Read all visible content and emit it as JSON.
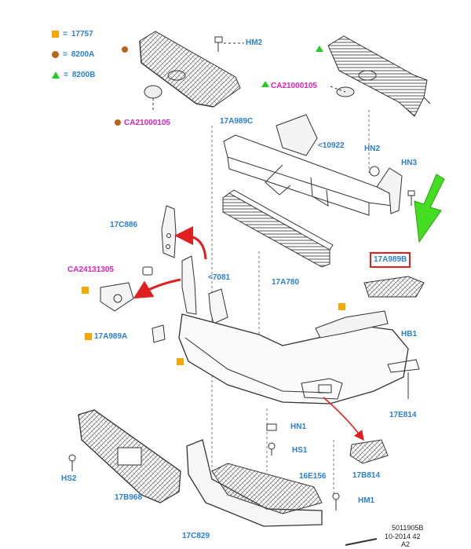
{
  "legend": {
    "items": [
      {
        "code": "17757",
        "shape": "square",
        "color": "#f5a800"
      },
      {
        "code": "8200A",
        "shape": "circle",
        "color": "#b8651b"
      },
      {
        "code": "8200B",
        "shape": "triangle",
        "color": "#22cc22"
      }
    ],
    "equals": "="
  },
  "colors": {
    "part_label": "#2a7fd4",
    "magenta_label": "#e020c0",
    "arrow_red": "#e02020",
    "arrow_green": "#44dd22",
    "line": "#333333"
  },
  "labels": {
    "hm2": "HM2",
    "ca_brown": "CA21000105",
    "ca_mag": "CA21000105",
    "c17a989c": "17A989C",
    "p10922": "<10922",
    "hn2": "HN2",
    "hn3": "HN3",
    "c17c886": "17C886",
    "ca24131305": "CA24131305",
    "p7081": "<7081",
    "c17a780": "17A780",
    "c17a989b": "17A989B",
    "c17a989a": "17A989A",
    "hb1": "HB1",
    "c17e814": "17E814",
    "hn1": "HN1",
    "hs1": "HS1",
    "hs2": "HS2",
    "c17b968": "17B968",
    "c16e156": "16E156",
    "c17b814": "17B814",
    "hm1": "HM1",
    "c17c829": "17C829"
  },
  "footer": {
    "line1": "5011905B",
    "line2": "10-2014 42",
    "line3": "A2"
  }
}
